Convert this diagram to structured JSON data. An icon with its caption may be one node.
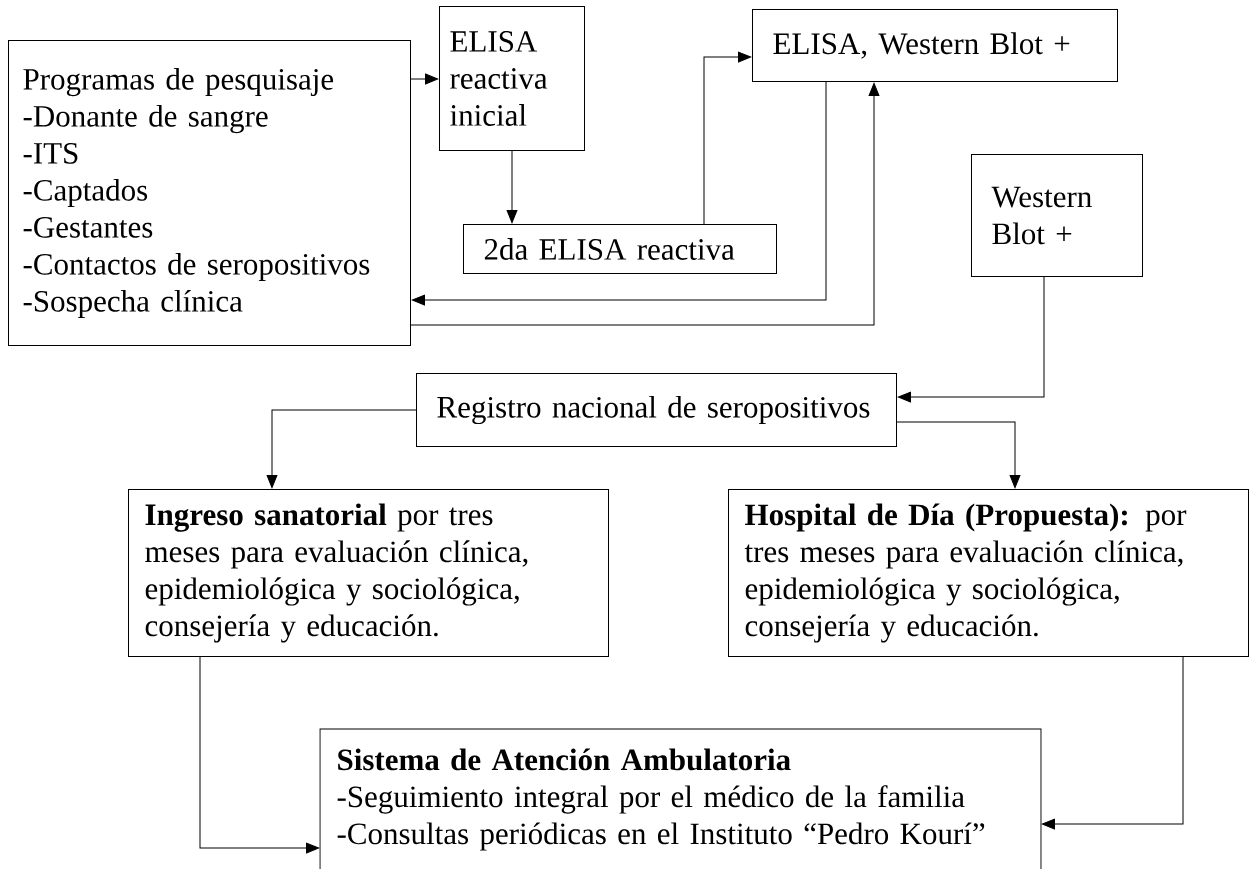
{
  "diagram": {
    "nodes": [
      {
        "text": [
          "Programas de pesquisaje",
          "-Donante de sangre",
          "-ITS",
          "-Captados",
          "-Gestantes",
          "-Contactos de seropositivos",
          "-Sospecha clínica"
        ]
      },
      {
        "text": [
          "ELISA reactiva inicial"
        ]
      },
      {
        "text": [
          "2da ELISA reactiva"
        ]
      },
      {
        "text": [
          "ELISA, Western Blot +"
        ]
      },
      {
        "text": [
          "Western Blot +"
        ]
      },
      {
        "text": [
          "Registro nacional de seropositivos"
        ]
      },
      {
        "text": [
          "**Ingreso sanatorial** por tres meses para evaluación clínica, epidemiológica y sociológica, consejería y educación."
        ]
      },
      {
        "text": [
          "**Hospital de Día (Propuesta):** por tres meses para evaluación clínica, epidemiológica y sociológica, consejería y educación."
        ]
      },
      {
        "text": [
          "Sistema de Atención Ambulatoria",
          "-Seguimiento integral por el médico de la familia",
          "-Consultas periódicas en el Instituto “Pedro Kourí”"
        ]
      }
    ],
    "edges": [
      {
        "from": 0,
        "to": 1,
        "arrow": "to"
      },
      {
        "from": 1,
        "to": 2,
        "arrow": "to"
      },
      {
        "from": 2,
        "to": 3,
        "arrow": "to"
      },
      {
        "from": 3,
        "to": 0,
        "arrow": "to"
      },
      {
        "from": 0,
        "to": 3,
        "arrow": "to"
      },
      {
        "from": 4,
        "to": 5,
        "arrow": "to"
      },
      {
        "from": 5,
        "to": 6,
        "arrow": "to"
      },
      {
        "from": 5,
        "to": 7,
        "arrow": "to"
      },
      {
        "from": 6,
        "to": 8,
        "arrow": "to"
      },
      {
        "from": 7,
        "to": 8,
        "arrow": "to"
      }
    ]
  }
}
